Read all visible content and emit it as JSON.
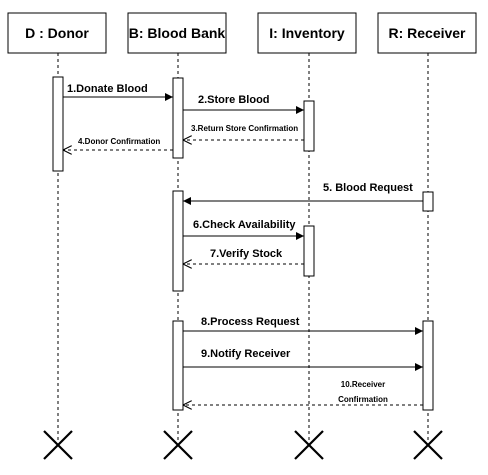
{
  "participants": [
    {
      "id": "D",
      "label": "D : Donor"
    },
    {
      "id": "B",
      "label": "B: Blood Bank"
    },
    {
      "id": "I",
      "label": "I: Inventory"
    },
    {
      "id": "R",
      "label": "R: Receiver"
    }
  ],
  "messages": [
    {
      "label": "1.Donate Blood",
      "from": "D",
      "to": "B",
      "kind": "sync"
    },
    {
      "label": "2.Store Blood",
      "from": "B",
      "to": "I",
      "kind": "sync"
    },
    {
      "label": "3.Return Store Confirmation",
      "from": "I",
      "to": "B",
      "kind": "return"
    },
    {
      "label": "4.Donor Confirmation",
      "from": "B",
      "to": "D",
      "kind": "return"
    },
    {
      "label": "5. Blood Request",
      "from": "R",
      "to": "B",
      "kind": "sync"
    },
    {
      "label": "6.Check Availability",
      "from": "B",
      "to": "I",
      "kind": "sync"
    },
    {
      "label": "7.Verify Stock",
      "from": "I",
      "to": "B",
      "kind": "return"
    },
    {
      "label": "8.Process Request",
      "from": "B",
      "to": "R",
      "kind": "sync"
    },
    {
      "label": "9.Notify Receiver",
      "from": "B",
      "to": "R",
      "kind": "sync"
    },
    {
      "label_lines": [
        "10.Receiver",
        "Confirmation"
      ],
      "from": "R",
      "to": "B",
      "kind": "return"
    }
  ],
  "terminations": [
    "D",
    "B",
    "I",
    "R"
  ]
}
